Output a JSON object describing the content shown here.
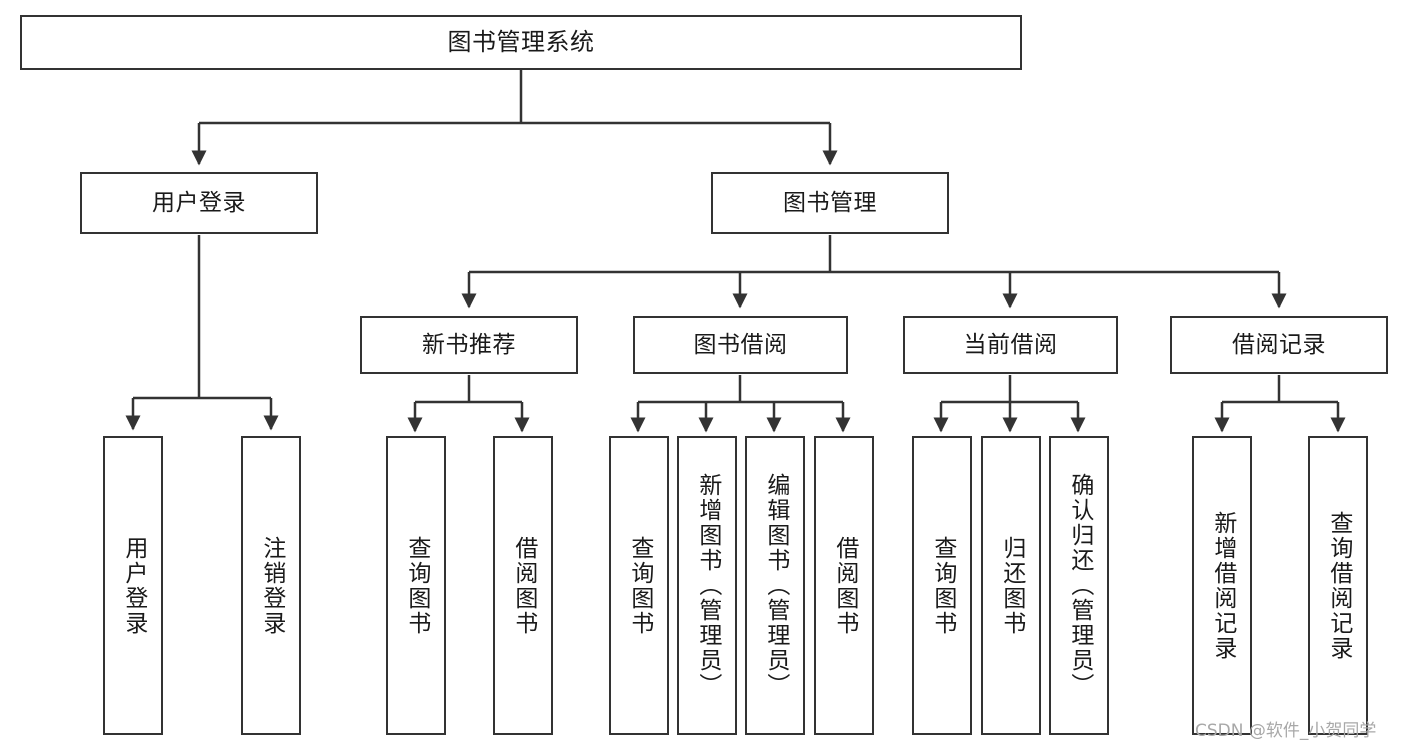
{
  "diagram": {
    "title": "图书管理系统",
    "type": "tree",
    "watermark": "CSDN @软件_小贺同学",
    "colors": {
      "box_border": "#333333",
      "box_fill": "#ffffff",
      "connector": "#333333",
      "text": "#1a1a1a",
      "watermark": "#a8a8a8",
      "background": "#ffffff"
    },
    "nodes": {
      "root": {
        "label": "图书管理系统",
        "level": 1,
        "orientation": "horizontal"
      },
      "user_login": {
        "label": "用户登录",
        "level": 2,
        "orientation": "horizontal"
      },
      "book_manage": {
        "label": "图书管理",
        "level": 2,
        "orientation": "horizontal"
      },
      "new_book_rec": {
        "label": "新书推荐",
        "level": 3,
        "orientation": "horizontal"
      },
      "book_borrow": {
        "label": "图书借阅",
        "level": 3,
        "orientation": "horizontal"
      },
      "current_borrow": {
        "label": "当前借阅",
        "level": 3,
        "orientation": "horizontal"
      },
      "borrow_record": {
        "label": "借阅记录",
        "level": 3,
        "orientation": "horizontal"
      },
      "leaf_user_login": {
        "label": "用户登录",
        "level": 4,
        "orientation": "vertical"
      },
      "leaf_logout": {
        "label": "注销登录",
        "level": 4,
        "orientation": "vertical"
      },
      "leaf_query_book_1": {
        "label": "查询图书",
        "level": 4,
        "orientation": "vertical"
      },
      "leaf_borrow_book_1": {
        "label": "借阅图书",
        "level": 4,
        "orientation": "vertical"
      },
      "leaf_query_book_2": {
        "label": "查询图书",
        "level": 4,
        "orientation": "vertical"
      },
      "leaf_add_book": {
        "label": "新增图书（管理员）",
        "level": 4,
        "orientation": "vertical"
      },
      "leaf_edit_book": {
        "label": "编辑图书（管理员）",
        "level": 4,
        "orientation": "vertical"
      },
      "leaf_borrow_book_2": {
        "label": "借阅图书",
        "level": 4,
        "orientation": "vertical"
      },
      "leaf_query_book_3": {
        "label": "查询图书",
        "level": 4,
        "orientation": "vertical"
      },
      "leaf_return_book": {
        "label": "归还图书",
        "level": 4,
        "orientation": "vertical"
      },
      "leaf_confirm_return": {
        "label": "确认归还（管理员）",
        "level": 4,
        "orientation": "vertical"
      },
      "leaf_add_record": {
        "label": "新增借阅记录",
        "level": 4,
        "orientation": "vertical"
      },
      "leaf_query_record": {
        "label": "查询借阅记录",
        "level": 4,
        "orientation": "vertical"
      }
    },
    "edges": [
      {
        "from": "root",
        "to": "user_login"
      },
      {
        "from": "root",
        "to": "book_manage"
      },
      {
        "from": "user_login",
        "to": "leaf_user_login"
      },
      {
        "from": "user_login",
        "to": "leaf_logout"
      },
      {
        "from": "book_manage",
        "to": "new_book_rec"
      },
      {
        "from": "book_manage",
        "to": "book_borrow"
      },
      {
        "from": "book_manage",
        "to": "current_borrow"
      },
      {
        "from": "book_manage",
        "to": "borrow_record"
      },
      {
        "from": "new_book_rec",
        "to": "leaf_query_book_1"
      },
      {
        "from": "new_book_rec",
        "to": "leaf_borrow_book_1"
      },
      {
        "from": "book_borrow",
        "to": "leaf_query_book_2"
      },
      {
        "from": "book_borrow",
        "to": "leaf_add_book"
      },
      {
        "from": "book_borrow",
        "to": "leaf_edit_book"
      },
      {
        "from": "book_borrow",
        "to": "leaf_borrow_book_2"
      },
      {
        "from": "current_borrow",
        "to": "leaf_query_book_3"
      },
      {
        "from": "current_borrow",
        "to": "leaf_return_book"
      },
      {
        "from": "current_borrow",
        "to": "leaf_confirm_return"
      },
      {
        "from": "borrow_record",
        "to": "leaf_add_record"
      },
      {
        "from": "borrow_record",
        "to": "leaf_query_record"
      }
    ]
  }
}
